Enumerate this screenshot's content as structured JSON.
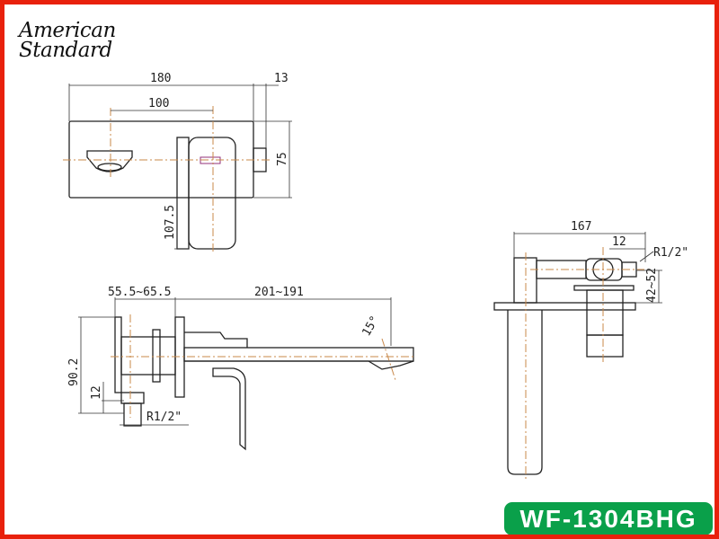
{
  "brand": {
    "line1": "American",
    "line2": "Standard"
  },
  "model": "WF-1304BHG",
  "colors": {
    "border": "#e8210c",
    "badge": "#0aa04a",
    "centerline": "#c8884a"
  },
  "front_view": {
    "dim_width": "180",
    "dim_nub": "13",
    "dim_spacing": "100",
    "dim_height": "75",
    "dim_handle": "107.5"
  },
  "side_view": {
    "dim_depth": "55.5~65.5",
    "dim_reach": "201~191",
    "dim_angle": "15°",
    "dim_height": "90.2",
    "dim_inlet": "12",
    "dim_thread": "R1/2\""
  },
  "end_view": {
    "dim_length": "167",
    "dim_inlet": "12",
    "dim_thread": "R1/2\"",
    "dim_offset": "42~52"
  }
}
